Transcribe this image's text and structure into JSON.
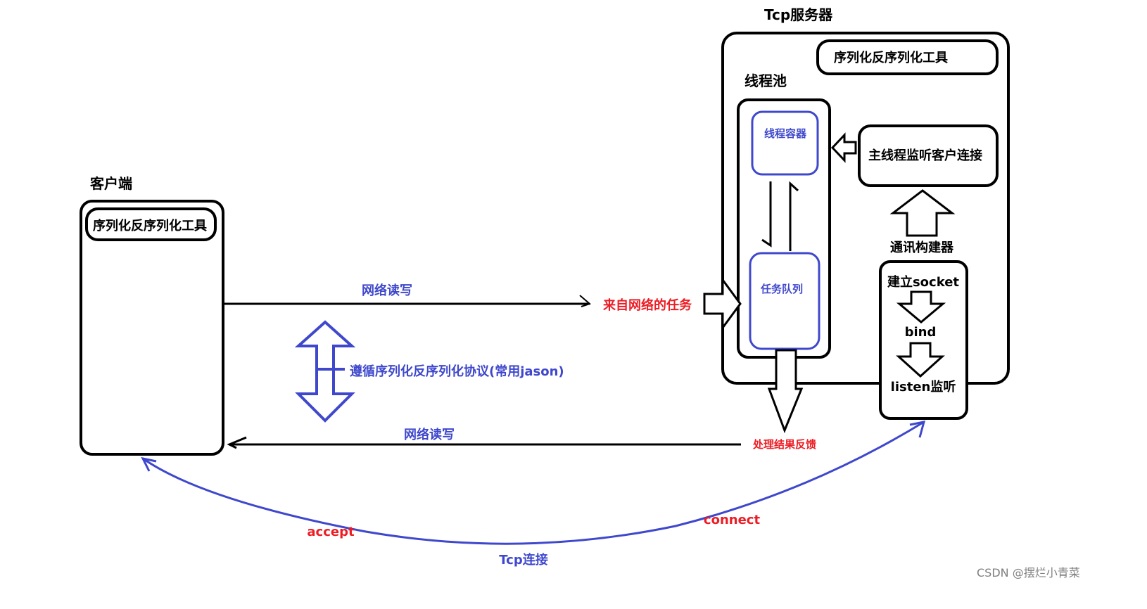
{
  "client": {
    "title": "客户端",
    "serializer": "序列化反序列化工具"
  },
  "server": {
    "title": "Tcp服务器",
    "serializer": "序列化反序列化工具",
    "thread_pool": {
      "title": "线程池",
      "container": "线程容器",
      "task_queue": "任务队列"
    },
    "main_thread": "主线程监听客户连接",
    "comm_builder": {
      "title": "通讯构建器",
      "steps": [
        "建立socket",
        "bind",
        "listen监听"
      ]
    }
  },
  "flows": {
    "net_rw_top": "网络读写",
    "incoming_task": "来自网络的任务",
    "protocol": "遵循序列化反序列化协议(常用jason)",
    "net_rw_bottom": "网络读写",
    "result_feedback": "处理结果反馈",
    "accept": "accept",
    "connect": "connect",
    "tcp_connection": "Tcp连接"
  },
  "colors": {
    "black": "#000000",
    "blue": "#3f48cc",
    "red": "#ed1c24",
    "gray": "#7f7f7f"
  },
  "watermark": "CSDN @摆烂小青菜"
}
